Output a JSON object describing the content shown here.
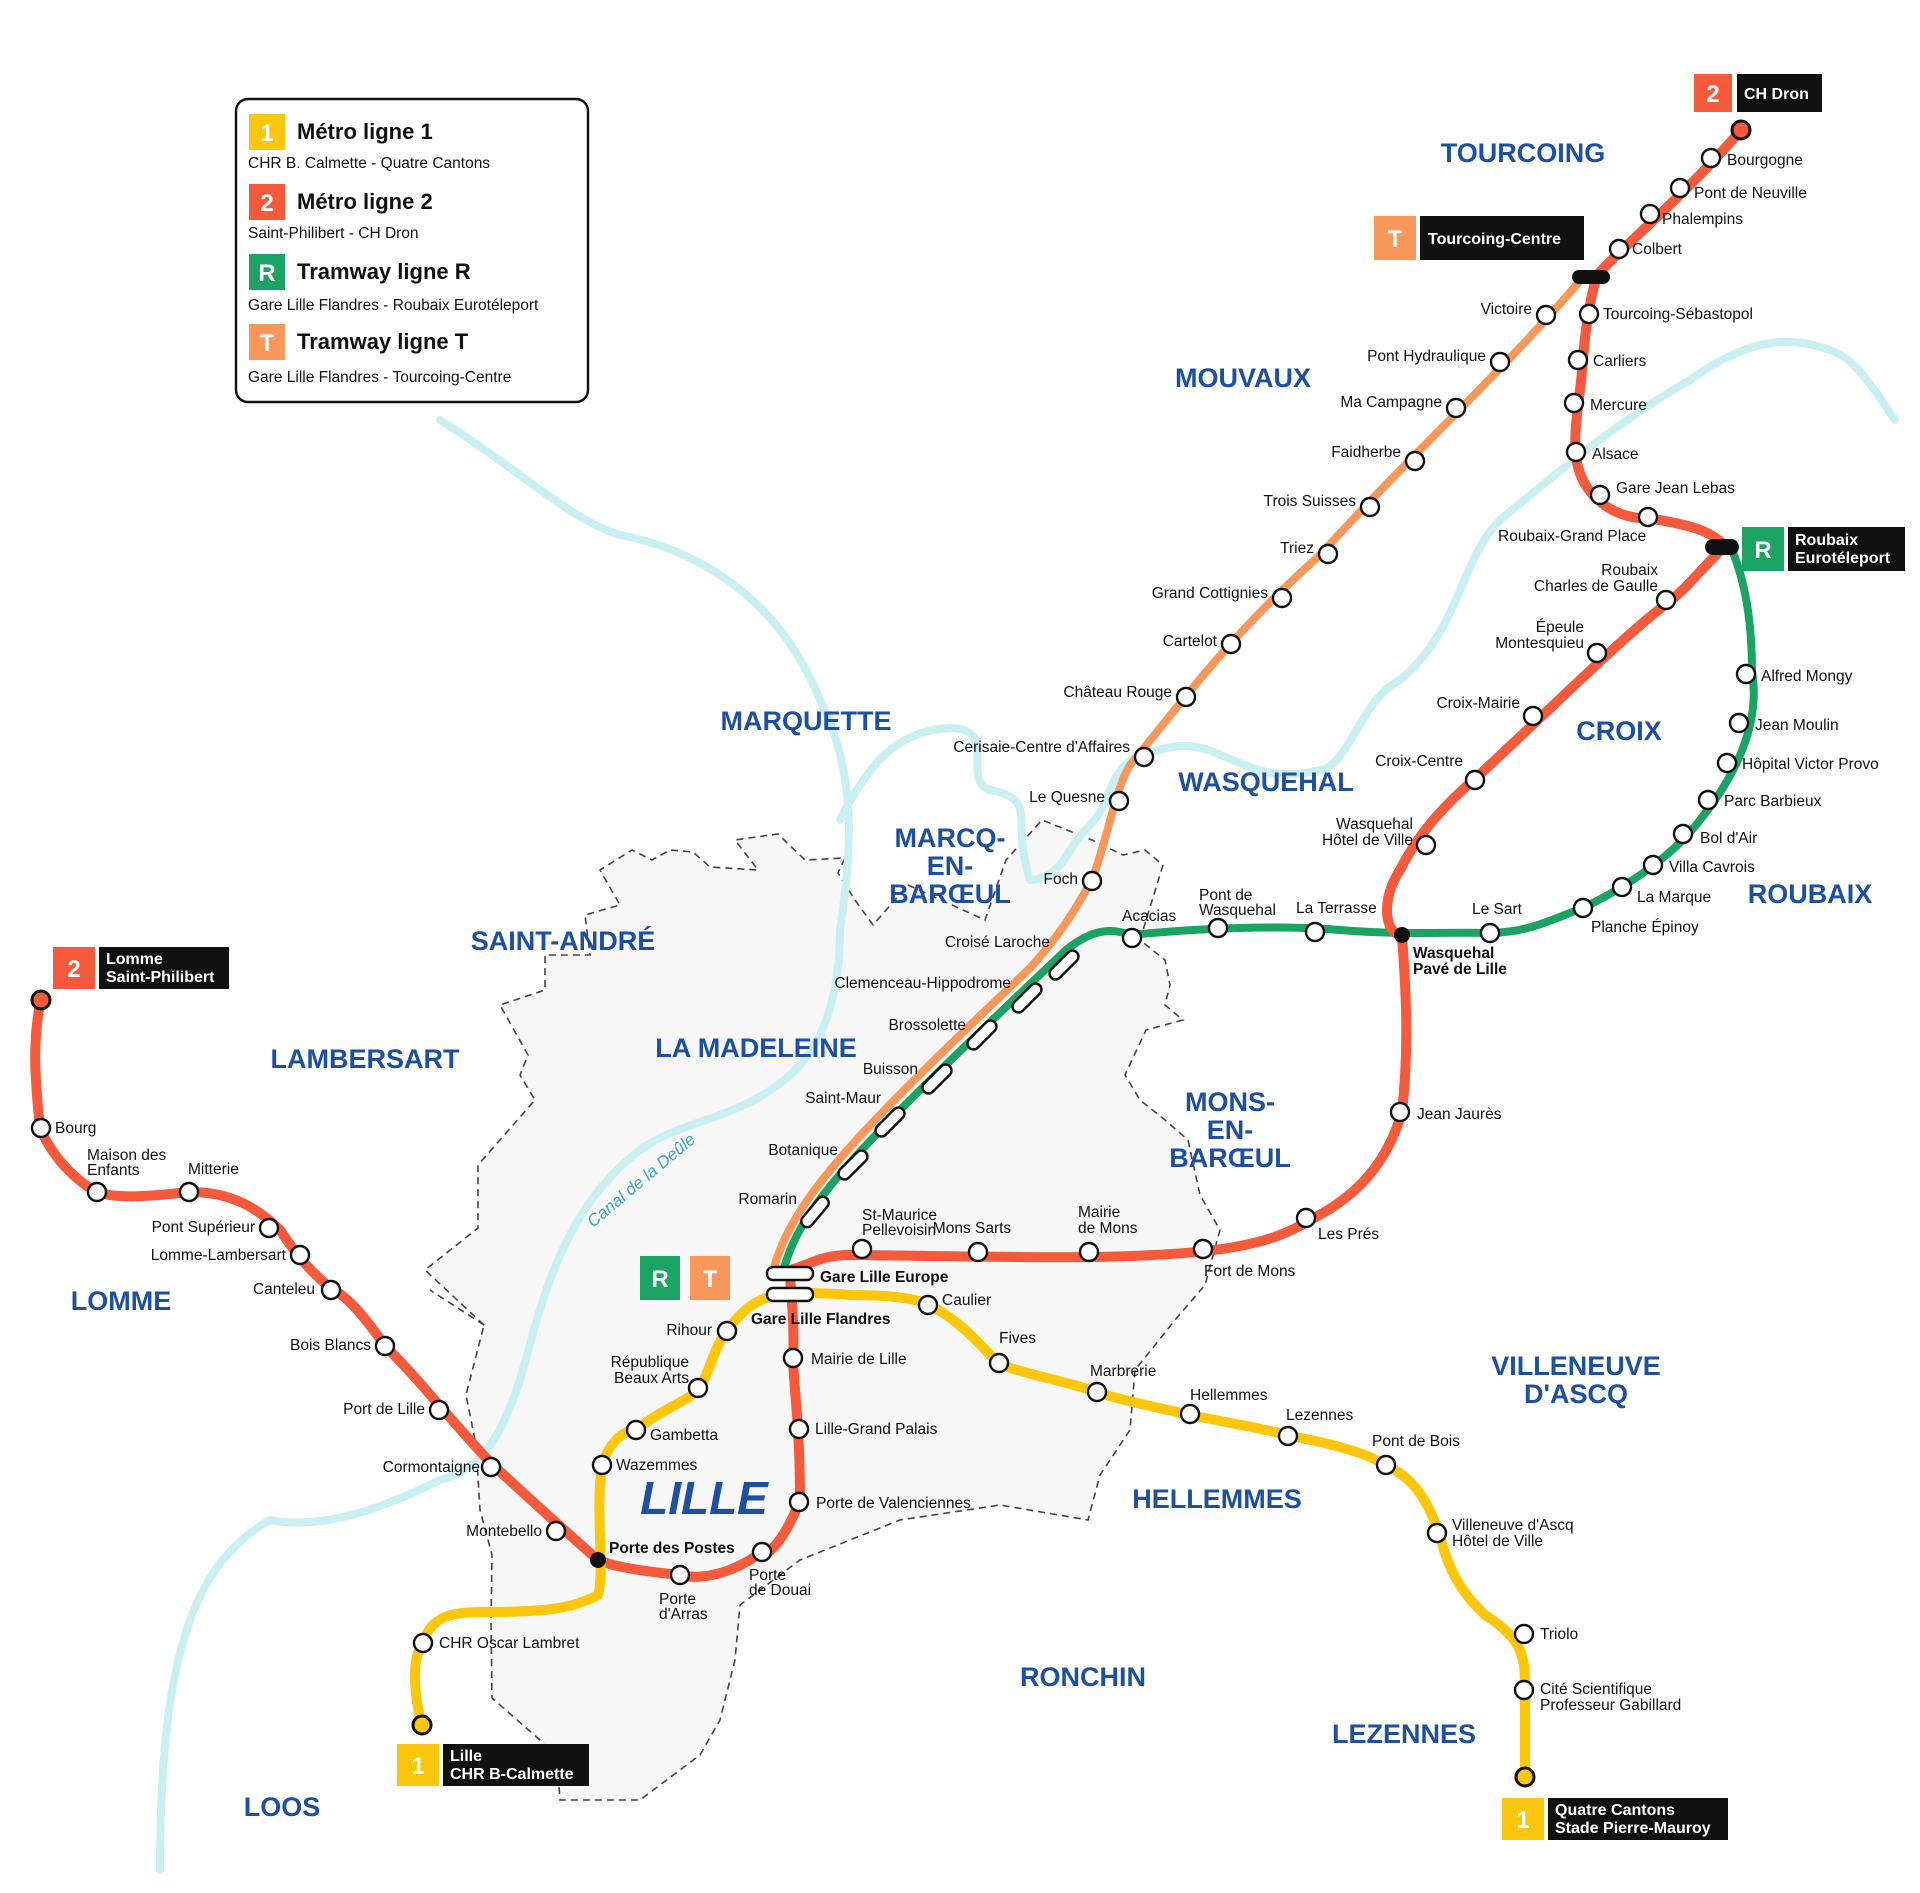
{
  "colors": {
    "line1": "#fcc70a",
    "line2": "#f55a3c",
    "lineR": "#1aa363",
    "lineT": "#f7975a",
    "canal": "#c9eff3",
    "boundary": "#444444",
    "commune_label": "#1d4fa3",
    "lille_area": "#f7f7f7"
  },
  "legend": {
    "items": [
      {
        "code": "1",
        "title": "Métro ligne 1",
        "subtitle": "CHR B. Calmette - Quatre Cantons",
        "color": "#fcc70a"
      },
      {
        "code": "2",
        "title": "Métro ligne 2",
        "subtitle": "Saint-Philibert - CH Dron",
        "color": "#f55a3c"
      },
      {
        "code": "R",
        "title": "Tramway ligne R",
        "subtitle": "Gare Lille Flandres - Roubaix Eurotéleport",
        "color": "#1aa363"
      },
      {
        "code": "T",
        "title": "Tramway ligne T",
        "subtitle": "Gare Lille Flandres - Tourcoing-Centre",
        "color": "#f7975a"
      }
    ]
  },
  "terminals": {
    "ch_dron": {
      "code": "2",
      "name": "CH Dron"
    },
    "tourcoing_centre": {
      "code": "T",
      "name": "Tourcoing-Centre"
    },
    "roubaix_euroteleport": {
      "code": "R",
      "name1": "Roubaix",
      "name2": "Eurotéleport"
    },
    "lomme": {
      "code": "2",
      "name1": "Lomme",
      "name2": "Saint-Philibert"
    },
    "chr_calmette": {
      "code": "1",
      "name1": "Lille",
      "name2": "CHR B-Calmette"
    },
    "quatre_cantons": {
      "code": "1",
      "name1": "Quatre Cantons",
      "name2": "Stade Pierre-Mauroy"
    },
    "gare_rt": {
      "codes": [
        "R",
        "T"
      ]
    }
  },
  "communes": {
    "tourcoing": "TOURCOING",
    "mouvaux": "MOUVAUX",
    "marquette": "MARQUETTE",
    "wasquehal": "WASQUEHAL",
    "croix": "CROIX",
    "roubaix": "ROUBAIX",
    "marcq": [
      "MARCQ-",
      "EN-",
      "BARŒUL"
    ],
    "saint_andre": "SAINT-ANDRÉ",
    "lambersart": "LAMBERSART",
    "la_madeleine": "LA MADELEINE",
    "mons": [
      "MONS-",
      "EN-",
      "BARŒUL"
    ],
    "lomme": "LOMME",
    "villeneuve": [
      "VILLENEUVE",
      "D'ASCQ"
    ],
    "lille": "LILLE",
    "hellemmes": "HELLEMMES",
    "ronchin": "RONCHIN",
    "lezennes": "LEZENNES",
    "loos": "LOOS"
  },
  "canal_label": "Canal de la Deûle",
  "stations": {
    "bourgogne": "Bourgogne",
    "pont_neuville": "Pont de Neuville",
    "phalempins": "Phalempins",
    "colbert": "Colbert",
    "tourcoing_sebastopol": "Tourcoing-Sébastopol",
    "carliers": "Carliers",
    "mercure": "Mercure",
    "alsace": "Alsace",
    "gare_jean_lebas": "Gare Jean Lebas",
    "roubaix_grand_place": "Roubaix-Grand Place",
    "roubaix_cdg": [
      "Roubaix",
      "Charles de Gaulle"
    ],
    "epeule": [
      "Épeule",
      "Montesquieu"
    ],
    "croix_mairie": "Croix-Mairie",
    "croix_centre": "Croix-Centre",
    "wasquehal_hdv": [
      "Wasquehal",
      "Hôtel de Ville"
    ],
    "wasquehal_pave": [
      "Wasquehal",
      "Pavé de Lille"
    ],
    "jean_jaures": "Jean Jaurès",
    "les_pres": "Les Prés",
    "fort_de_mons": "Fort de Mons",
    "mairie_mons": [
      "Mairie",
      "de Mons"
    ],
    "mons_sarts": "Mons Sarts",
    "st_maurice": [
      "St-Maurice",
      "Pellevoisin"
    ],
    "gare_lille_europe": "Gare Lille Europe",
    "gare_lille_flandres": "Gare Lille Flandres",
    "mairie_lille": "Mairie de Lille",
    "lille_grand_palais": "Lille-Grand Palais",
    "porte_valenciennes": "Porte de Valenciennes",
    "porte_douai": [
      "Porte",
      "de Douai"
    ],
    "porte_arras": [
      "Porte",
      "d'Arras"
    ],
    "porte_postes": "Porte des Postes",
    "montebello": "Montebello",
    "cormontaigne": "Cormontaigne",
    "port_de_lille": "Port de Lille",
    "bois_blancs": "Bois Blancs",
    "canteleu": "Canteleu",
    "lomme_lambersart": "Lomme-Lambersart",
    "pont_superieur": "Pont Supérieur",
    "mitterie": "Mitterie",
    "maison_enfants": [
      "Maison des",
      "Enfants"
    ],
    "bourg": "Bourg",
    "chr_oscar": "CHR Oscar Lambret",
    "wazemmes": "Wazemmes",
    "gambetta": "Gambetta",
    "republique": [
      "République",
      "Beaux Arts"
    ],
    "rihour": "Rihour",
    "caulier": "Caulier",
    "fives": "Fives",
    "marbrerie": "Marbrerie",
    "hellemmes": "Hellemmes",
    "lezennes": "Lezennes",
    "pont_de_bois": "Pont de Bois",
    "villeneuve_hdv": [
      "Villeneuve d'Ascq",
      "Hôtel de Ville"
    ],
    "triolo": "Triolo",
    "cite_scientifique": [
      "Cité Scientifique",
      "Professeur Gabillard"
    ],
    "victoire": "Victoire",
    "pont_hydraulique": "Pont Hydraulique",
    "ma_campagne": "Ma Campagne",
    "faidherbe": "Faidherbe",
    "trois_suisses": "Trois Suisses",
    "triez": "Triez",
    "grand_cottignies": "Grand Cottignies",
    "cartelot": "Cartelot",
    "chateau_rouge": "Château Rouge",
    "cerisaie": "Cerisaie-Centre d'Affaires",
    "le_quesne": "Le Quesne",
    "foch": "Foch",
    "croise_laroche": "Croisé Laroche",
    "clemenceau": "Clemenceau-Hippodrome",
    "brossolette": "Brossolette",
    "buisson": "Buisson",
    "saint_maur": "Saint-Maur",
    "botanique": "Botanique",
    "romarin": "Romarin",
    "acacias": "Acacias",
    "pont_wasquehal": [
      "Pont de",
      "Wasquehal"
    ],
    "la_terrasse": "La Terrasse",
    "le_sart": "Le Sart",
    "planche_epinoy": "Planche Épinoy",
    "la_marque": "La Marque",
    "villa_cavrois": "Villa Cavrois",
    "bol_dair": "Bol d'Air",
    "parc_barbieux": "Parc Barbieux",
    "hopital_victor_provo": "Hôpital Victor Provo",
    "jean_moulin": "Jean Moulin",
    "alfred_mongy": "Alfred Mongy"
  }
}
